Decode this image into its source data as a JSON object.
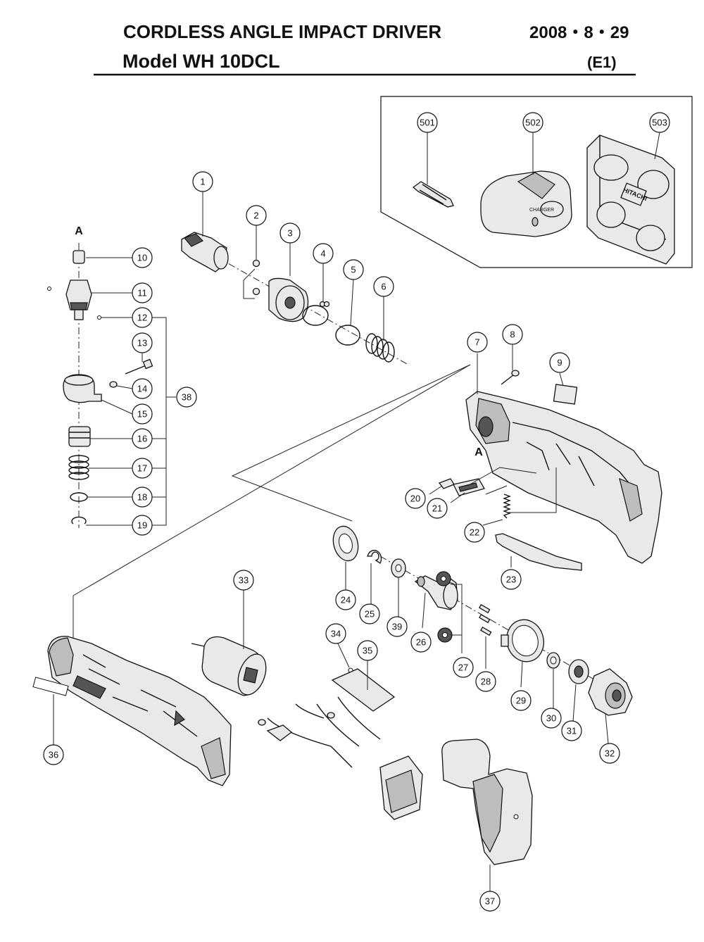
{
  "header": {
    "title": "CORDLESS ANGLE IMPACT DRIVER",
    "date": "2008・8・29",
    "model": "Model WH 10DCL",
    "edition": "(E1)"
  },
  "reference_letters": {
    "top": "A",
    "housing": "A"
  },
  "labels": {
    "charger_brand": "CHARGER",
    "case_brand": "HITACHI"
  },
  "callouts": {
    "c1": "1",
    "c2": "2",
    "c3": "3",
    "c4": "4",
    "c5": "5",
    "c6": "6",
    "c7": "7",
    "c8": "8",
    "c9": "9",
    "c10": "10",
    "c11": "11",
    "c12": "12",
    "c13": "13",
    "c14": "14",
    "c15": "15",
    "c16": "16",
    "c17": "17",
    "c18": "18",
    "c19": "19",
    "c20": "20",
    "c21": "21",
    "c22": "22",
    "c23": "23",
    "c24": "24",
    "c25": "25",
    "c26": "26",
    "c27": "27",
    "c28": "28",
    "c29": "29",
    "c30": "30",
    "c31": "31",
    "c32": "32",
    "c33": "33",
    "c34": "34",
    "c35": "35",
    "c36": "36",
    "c37": "37",
    "c38": "38",
    "c39": "39",
    "c501": "501",
    "c502": "502",
    "c503": "503"
  }
}
